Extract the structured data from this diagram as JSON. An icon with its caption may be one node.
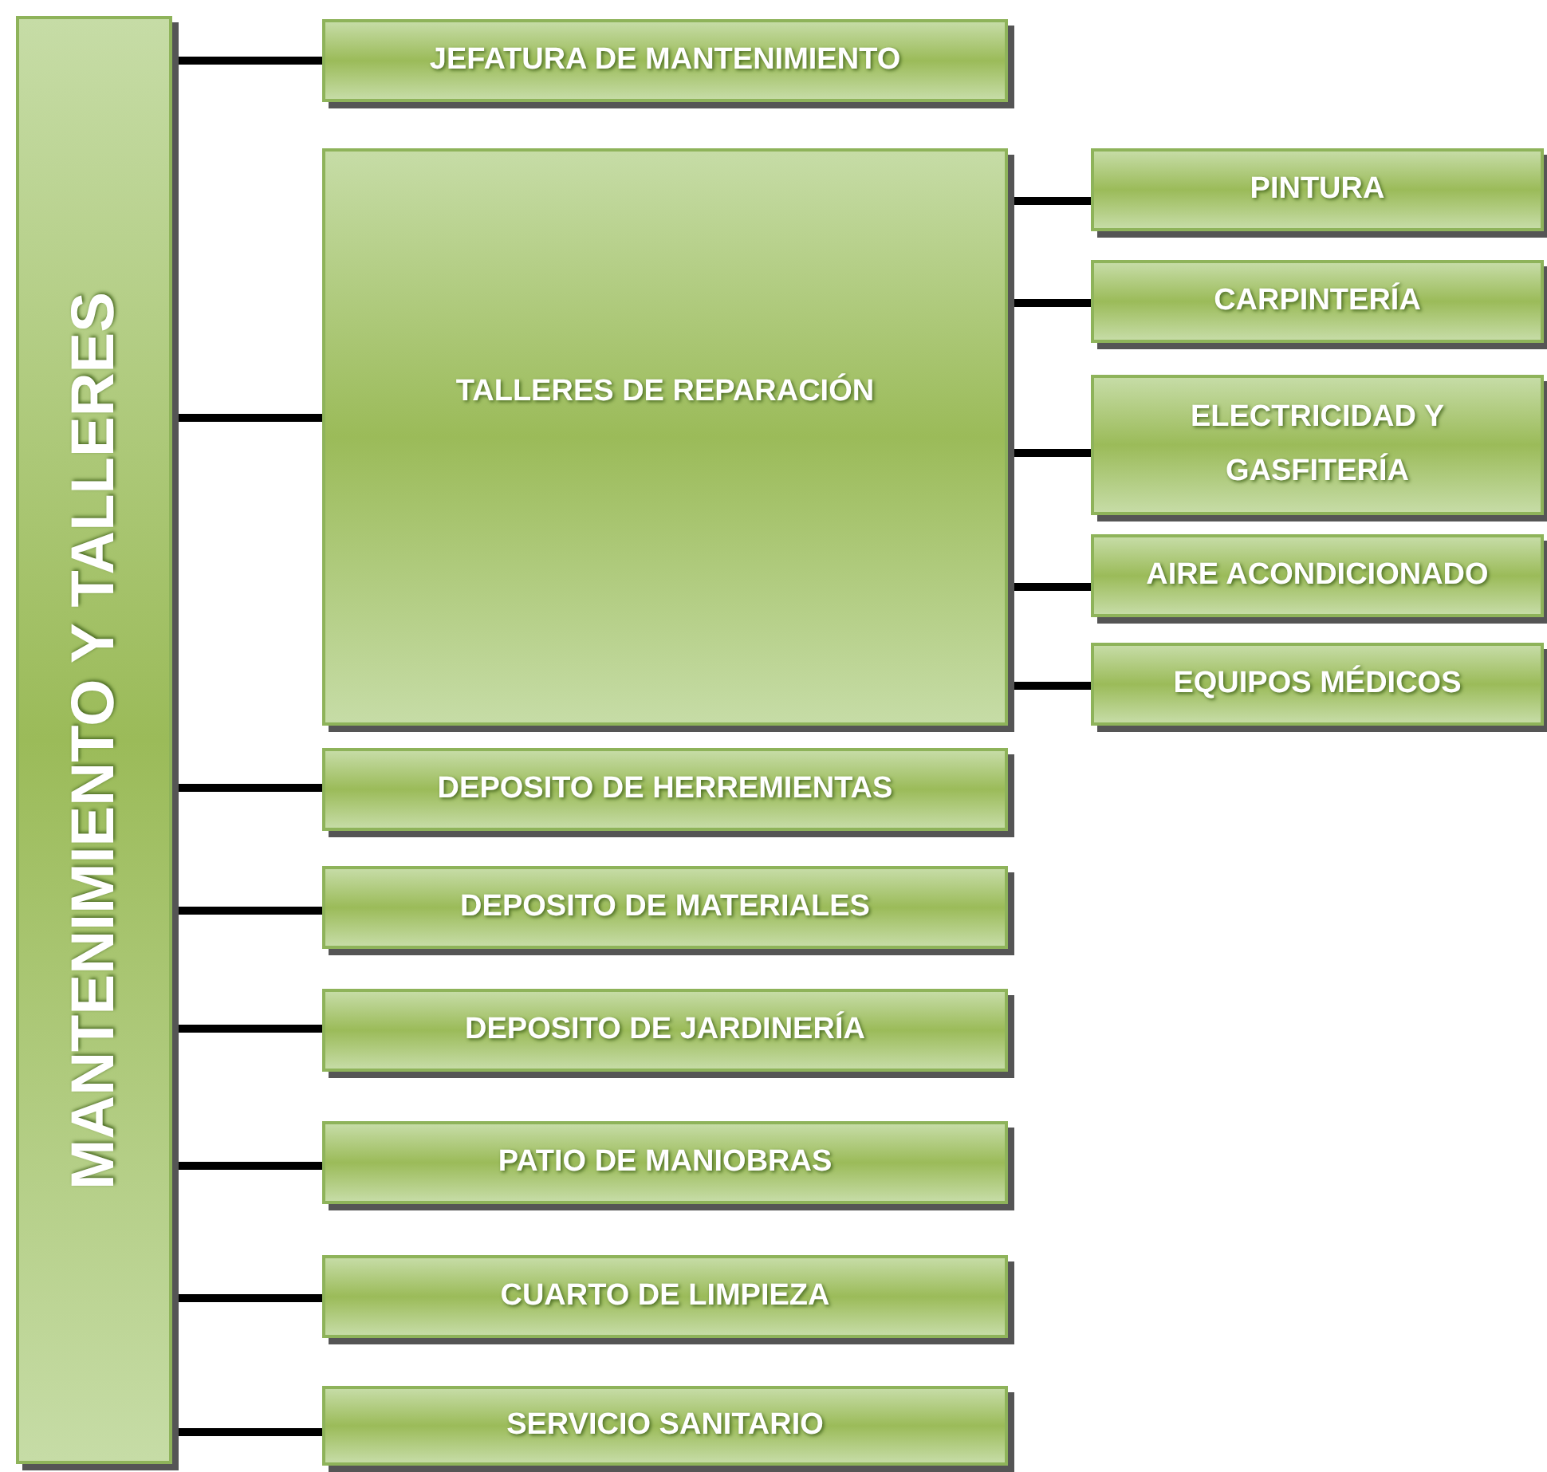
{
  "diagram": {
    "nodes": [
      {
        "text": [
          "MANTENIMIENTO Y TALLERES"
        ]
      },
      {
        "text": [
          "JEFATURA DE MANTENIMIENTO"
        ]
      },
      {
        "text": [
          "TALLERES DE REPARACIÓN"
        ]
      },
      {
        "text": [
          "PINTURA"
        ]
      },
      {
        "text": [
          "CARPINTERÍA"
        ]
      },
      {
        "text": [
          "ELECTRICIDAD Y GASFITERÍA"
        ]
      },
      {
        "text": [
          "AIRE ACONDICIONADO"
        ]
      },
      {
        "text": [
          "EQUIPOS MÉDICOS"
        ]
      },
      {
        "text": [
          "DEPOSITO DE HERREMIENTAS"
        ]
      },
      {
        "text": [
          "DEPOSITO DE MATERIALES"
        ]
      },
      {
        "text": [
          "DEPOSITO DE JARDINERÍA"
        ]
      },
      {
        "text": [
          "PATIO DE MANIOBRAS"
        ]
      },
      {
        "text": [
          "CUARTO DE LIMPIEZA"
        ]
      },
      {
        "text": [
          "SERVICIO SANITARIO"
        ]
      }
    ],
    "edges": [
      {
        "from": 0,
        "to": 1,
        "arrow": "none"
      },
      {
        "from": 0,
        "to": 2,
        "arrow": "none"
      },
      {
        "from": 2,
        "to": 3,
        "arrow": "none"
      },
      {
        "from": 2,
        "to": 4,
        "arrow": "none"
      },
      {
        "from": 2,
        "to": 5,
        "arrow": "none"
      },
      {
        "from": 2,
        "to": 6,
        "arrow": "none"
      },
      {
        "from": 2,
        "to": 7,
        "arrow": "none"
      },
      {
        "from": 0,
        "to": 8,
        "arrow": "none"
      },
      {
        "from": 0,
        "to": 9,
        "arrow": "none"
      },
      {
        "from": 0,
        "to": 10,
        "arrow": "none"
      },
      {
        "from": 0,
        "to": 11,
        "arrow": "none"
      },
      {
        "from": 0,
        "to": 12,
        "arrow": "none"
      },
      {
        "from": 0,
        "to": 13,
        "arrow": "none"
      }
    ]
  }
}
